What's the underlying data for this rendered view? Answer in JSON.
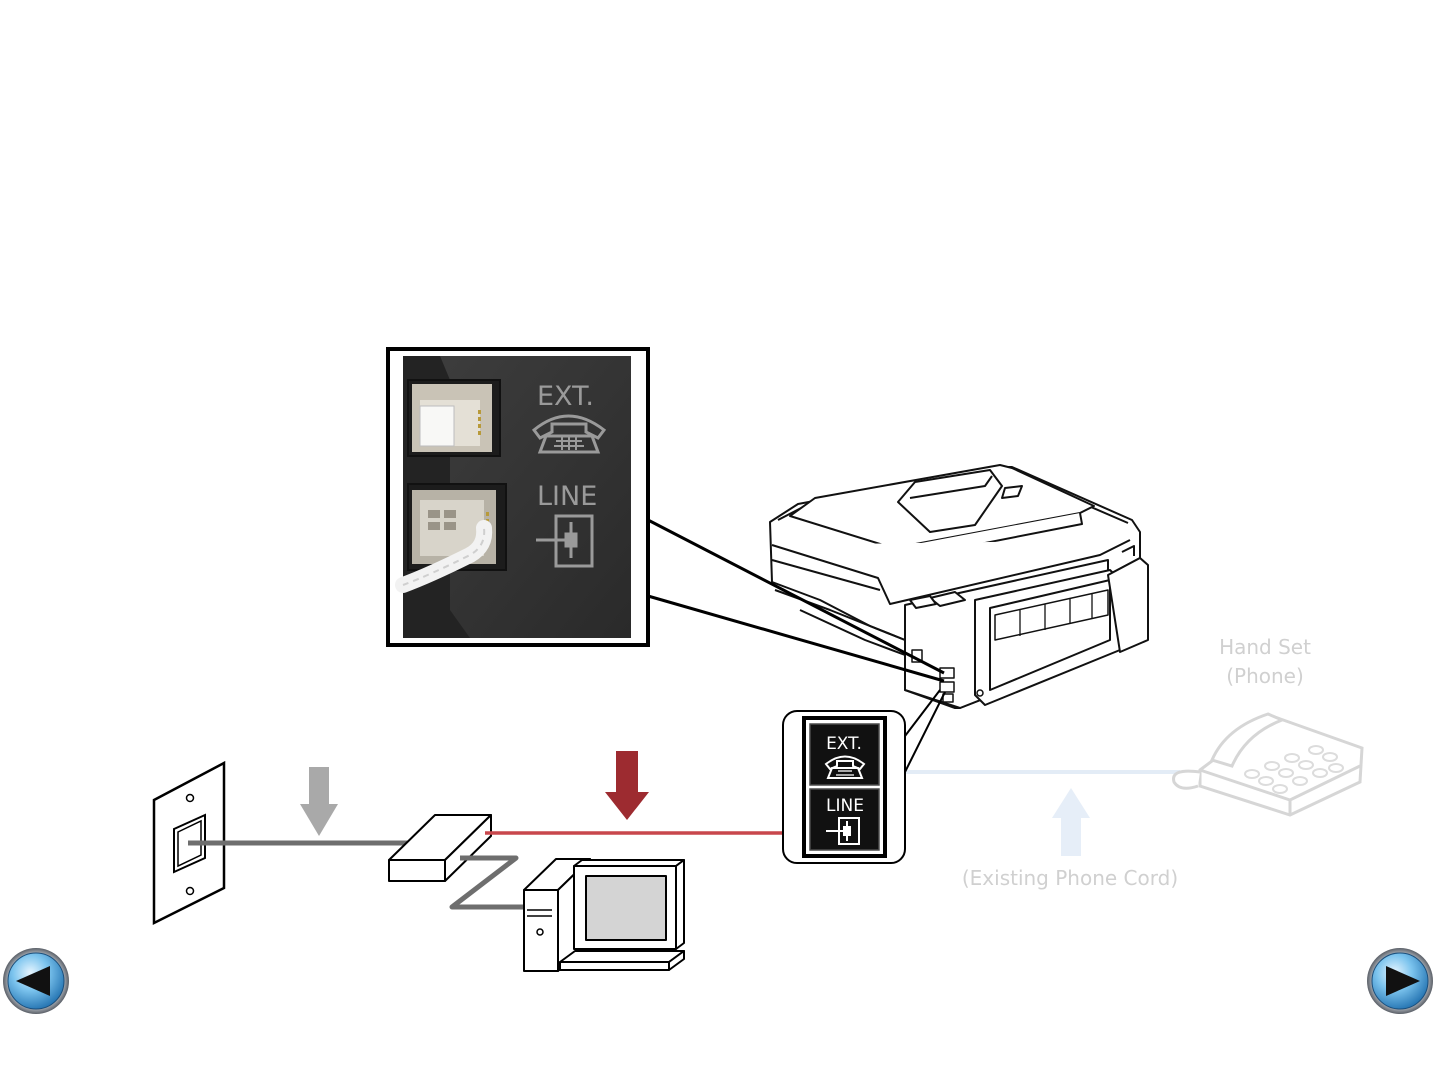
{
  "zoom_panel": {
    "ext_label": "EXT.",
    "line_label": "LINE"
  },
  "port_badge": {
    "ext_label": "EXT.",
    "line_label": "LINE"
  },
  "labels": {
    "hand_set_line1": "Hand Set",
    "hand_set_line2": "(Phone)",
    "existing_cord": "(Existing Phone Cord)"
  },
  "icons": {
    "prev": "triangle-left-icon",
    "next": "triangle-right-icon",
    "ext_phone": "telephone-icon",
    "line_jack": "phone-line-jack-icon"
  },
  "colors": {
    "active_line": "#c8474c",
    "active_arrow": "#9d2b30",
    "gray_line": "#6e6e6e",
    "gray_arrow": "#a9a9a9",
    "faded": "#e3ecf6",
    "nav_blue": "#5aa9dc"
  }
}
